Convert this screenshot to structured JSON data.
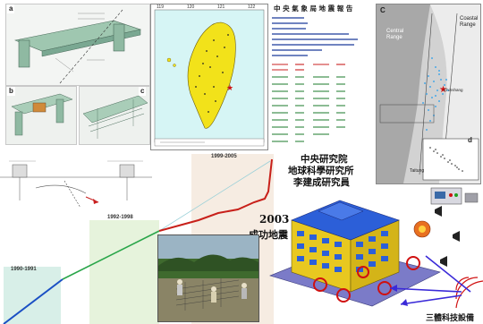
{
  "panels": {
    "a": "a",
    "b": "b",
    "c": "c",
    "c_map": "C",
    "d": "d"
  },
  "map_labels": {
    "central_range": "Central\nRange",
    "coastal_range": "Coastal\nRange",
    "chinshang": "Chinshang",
    "taitung": "Taitung"
  },
  "report": {
    "title": "中 央 氣 象 局 地 震 報 告"
  },
  "timeline": {
    "period_1": "1990-1991",
    "period_2": "1992-1998",
    "period_3": "1999-2005",
    "year_2003": "2003",
    "success_caption": "成功地震"
  },
  "institute": {
    "line1": "中央研究院",
    "line2": "地球科學研究所",
    "line3": "李建成研究員"
  },
  "bottom_caption": "三體科技設備",
  "colors": {
    "timeline_blue": "#1a4fc4",
    "timeline_green": "#2aa64a",
    "timeline_red": "#c8201a",
    "map_water": "#d6f5f5",
    "taiwan_yellow": "#f2e21a",
    "building_blue": "#2c5fd8",
    "building_yellow": "#e8c820"
  }
}
